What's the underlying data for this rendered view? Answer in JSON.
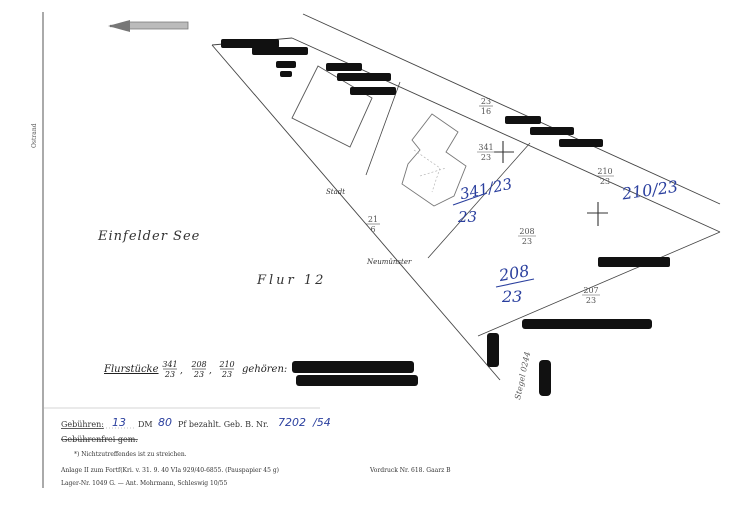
{
  "map": {
    "lake_label": "Einfelder See",
    "flur_label": "Flur 12",
    "stadt_label": "Stadt",
    "town_label": "Neumünster",
    "margin_label": "Ostrand",
    "stegel_label": "Stegel 0244",
    "parcels": {
      "p21_num": "21",
      "p21_den": "6",
      "p23_16_num": "23",
      "p23_16_den": "16",
      "p341_num": "341",
      "p341_den": "23",
      "p210_num": "210",
      "p210_den": "23",
      "p208_num": "208",
      "p208_den": "23",
      "p207_num": "207",
      "p207_den": "23",
      "hand_341": "341/23",
      "hand_210": "210/23",
      "hand_208_num": "208",
      "hand_208_den": "23"
    },
    "flurstuecke": {
      "prefix": "Flurstücke",
      "f1_num": "341",
      "f1_den": "23",
      "f2_num": "208",
      "f2_den": "23",
      "f3_num": "210",
      "f3_den": "23",
      "suffix": "gehören:"
    }
  },
  "footer": {
    "gebuehren_label": "Gebühren:",
    "gebuehren_amount": "13",
    "dm_label": "DM",
    "pf_amount": "80",
    "pf_text": "Pf bezahlt. Geb. B. Nr.",
    "geb_nr": "7202",
    "geb_nr_suffix": "/54",
    "gebuehrenfrei": "Gebührenfrei gem.",
    "footnote": "*) Nichtzutreffendes ist zu streichen.",
    "anlage": "Anlage II zum Fortf(Kri. v. 31. 9. 40 VIa 929/40-6855. (Pauspapier 45 g)",
    "lager": "Lager-Nr. 1049 G. — Ant. Mohrmann, Schleswig 10/55",
    "vordruck": "Vordruck Nr. 618. Gaarz B"
  },
  "colors": {
    "ink": "#3a3a3a",
    "pen_blue": "#2a3f9e",
    "redaction": "#111111"
  }
}
